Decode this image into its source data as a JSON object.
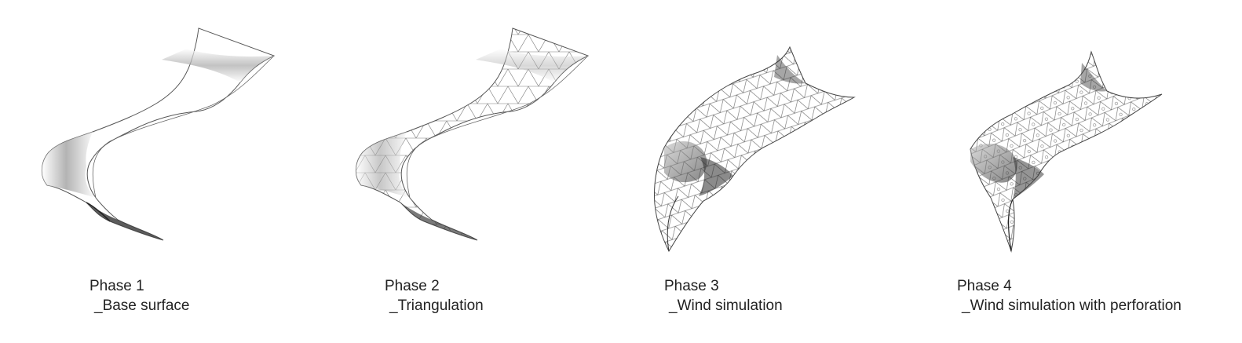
{
  "phases": [
    {
      "title": "Phase 1",
      "subtitle": "_Base surface"
    },
    {
      "title": "Phase 2",
      "subtitle": "_Triangulation"
    },
    {
      "title": "Phase 3",
      "subtitle": "_Wind simulation"
    },
    {
      "title": "Phase 4",
      "subtitle": "_Wind simulation with perforation"
    }
  ],
  "colors": {
    "background": "#ffffff",
    "outline": "#555555",
    "mesh": "#777777",
    "shade": "#333333",
    "text": "#222222"
  }
}
